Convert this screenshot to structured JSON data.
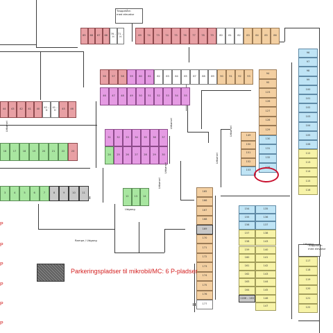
{
  "legend": {
    "text": "Parkeringspladser til mikrobil/MC:  6 P-pladser"
  },
  "labels": {
    "stairs_top": "Trappetårn\nmed elevator",
    "stairs_right": "Trappetårn\nmed elevator",
    "ramp": "Rampe / Udgang",
    "exit_mid": "Udgang",
    "exit_right": "Udgang",
    "side_p": "P",
    "udkørsel": "Udkørsel"
  },
  "colors": {
    "red": "#e8a0a4",
    "pink": "#e59be3",
    "orange": "#f3cfa1",
    "green": "#a8e6a0",
    "blue": "#bfe4f5",
    "yellow": "#f7f3a8",
    "gray": "#c8c8c8",
    "legend_text": "#d42020",
    "highlight_circle": "#c8102e"
  },
  "spaces": {
    "top_row_a": [
      {
        "n": "69",
        "c": "red"
      },
      {
        "n": "68",
        "c": "red"
      },
      {
        "n": "67",
        "c": "red"
      },
      {
        "n": "66",
        "c": "red"
      },
      {
        "n": "76 – H",
        "c": "white"
      },
      {
        "n": "71 – H",
        "c": "white"
      }
    ],
    "top_row_b": [
      {
        "n": "69",
        "c": "red"
      },
      {
        "n": "74",
        "c": "red"
      },
      {
        "n": "73",
        "c": "red"
      },
      {
        "n": "74",
        "c": "red"
      },
      {
        "n": "75",
        "c": "red"
      },
      {
        "n": "76",
        "c": "red"
      },
      {
        "n": "77",
        "c": "red"
      },
      {
        "n": "78",
        "c": "red"
      },
      {
        "n": "79",
        "c": "red"
      },
      {
        "n": "80",
        "c": "white"
      },
      {
        "n": "81",
        "c": "white"
      },
      {
        "n": "82",
        "c": "white"
      },
      {
        "n": "83",
        "c": "orange"
      },
      {
        "n": "84",
        "c": "orange"
      },
      {
        "n": "85",
        "c": "orange"
      },
      {
        "n": "86",
        "c": "orange"
      }
    ],
    "row2": [
      {
        "n": "56",
        "c": "red"
      },
      {
        "n": "57",
        "c": "red"
      },
      {
        "n": "58",
        "c": "red"
      },
      {
        "n": "59",
        "c": "pink"
      },
      {
        "n": "60",
        "c": "pink"
      },
      {
        "n": "61",
        "c": "pink"
      },
      {
        "n": "62",
        "c": "white"
      },
      {
        "n": "63",
        "c": "white"
      },
      {
        "n": "64",
        "c": "white"
      },
      {
        "n": "65",
        "c": "white"
      },
      {
        "n": "87",
        "c": "white"
      },
      {
        "n": "88",
        "c": "white"
      },
      {
        "n": "89",
        "c": "white"
      },
      {
        "n": "90",
        "c": "orange"
      },
      {
        "n": "91",
        "c": "orange"
      },
      {
        "n": "92",
        "c": "orange"
      },
      {
        "n": "93",
        "c": "orange"
      }
    ],
    "row3": [
      {
        "n": "46",
        "c": "pink"
      },
      {
        "n": "47",
        "c": "pink"
      },
      {
        "n": "48",
        "c": "pink"
      },
      {
        "n": "49",
        "c": "pink"
      },
      {
        "n": "50",
        "c": "pink"
      },
      {
        "n": "51",
        "c": "pink"
      },
      {
        "n": "52",
        "c": "pink"
      },
      {
        "n": "53",
        "c": "pink"
      },
      {
        "n": "54",
        "c": "pink"
      },
      {
        "n": "55",
        "c": "pink"
      }
    ],
    "left_row_red": [
      {
        "n": "44",
        "c": "red"
      },
      {
        "n": "43",
        "c": "red"
      },
      {
        "n": "42",
        "c": "red"
      },
      {
        "n": "41",
        "c": "red"
      },
      {
        "n": "40",
        "c": "red"
      },
      {
        "n": "42 – H",
        "c": "white"
      },
      {
        "n": "41 – H",
        "c": "white"
      },
      {
        "n": "45",
        "c": "red"
      },
      {
        "n": "46",
        "c": "red"
      }
    ],
    "pink_block_top": [
      {
        "n": "31",
        "c": "pink"
      },
      {
        "n": "32",
        "c": "pink"
      },
      {
        "n": "33",
        "c": "pink"
      },
      {
        "n": "34",
        "c": "pink"
      },
      {
        "n": "35",
        "c": "pink"
      },
      {
        "n": "36",
        "c": "pink"
      },
      {
        "n": "37",
        "c": "pink"
      }
    ],
    "pink_block_bottom": [
      {
        "n": "24",
        "c": "green"
      },
      {
        "n": "25",
        "c": "pink"
      },
      {
        "n": "26",
        "c": "pink"
      },
      {
        "n": "27",
        "c": "pink"
      },
      {
        "n": "28",
        "c": "pink"
      },
      {
        "n": "29",
        "c": "pink"
      },
      {
        "n": "30",
        "c": "pink"
      }
    ],
    "green_row": [
      {
        "n": "16",
        "c": "green"
      },
      {
        "n": "17",
        "c": "green"
      },
      {
        "n": "18",
        "c": "green"
      },
      {
        "n": "19",
        "c": "green"
      },
      {
        "n": "20",
        "c": "green"
      },
      {
        "n": "21",
        "c": "green"
      },
      {
        "n": "22",
        "c": "green"
      },
      {
        "n": "23",
        "c": "red"
      }
    ],
    "bottom_left_row": [
      {
        "n": "3",
        "c": "green"
      },
      {
        "n": "4",
        "c": "green"
      },
      {
        "n": "5",
        "c": "green"
      },
      {
        "n": "6",
        "c": "green"
      },
      {
        "n": "7",
        "c": "green"
      },
      {
        "n": "8",
        "c": "gray"
      },
      {
        "n": "9",
        "c": "gray"
      },
      {
        "n": "10",
        "c": "gray"
      },
      {
        "n": "11",
        "c": "gray"
      }
    ],
    "small_green": [
      {
        "n": "12",
        "c": "green"
      },
      {
        "n": "13",
        "c": "green"
      },
      {
        "n": "14",
        "c": "green"
      }
    ],
    "col_orange_left": [
      {
        "n": "149",
        "c": "orange"
      },
      {
        "n": "150",
        "c": "orange"
      },
      {
        "n": "151",
        "c": "orange"
      },
      {
        "n": "152",
        "c": "orange"
      },
      {
        "n": "153",
        "c": "blue"
      }
    ],
    "col_mid_top": [
      {
        "n": "94",
        "c": "orange"
      },
      {
        "n": "95",
        "c": "orange"
      },
      {
        "n": "123",
        "c": "orange"
      },
      {
        "n": "126",
        "c": "orange"
      },
      {
        "n": "127",
        "c": "orange"
      },
      {
        "n": "128",
        "c": "orange"
      },
      {
        "n": "129",
        "c": "orange"
      },
      {
        "n": "130",
        "c": "blue"
      },
      {
        "n": "131",
        "c": "blue"
      },
      {
        "n": "132",
        "c": "blue"
      },
      {
        "n": "134",
        "c": "blue"
      }
    ],
    "col_right": [
      {
        "n": "96",
        "c": "blue"
      },
      {
        "n": "97",
        "c": "blue"
      },
      {
        "n": "98",
        "c": "blue"
      },
      {
        "n": "99",
        "c": "blue"
      },
      {
        "n": "100",
        "c": "blue"
      },
      {
        "n": "101",
        "c": "blue"
      },
      {
        "n": "102",
        "c": "blue"
      },
      {
        "n": "103",
        "c": "blue"
      },
      {
        "n": "104",
        "c": "blue"
      },
      {
        "n": "105",
        "c": "blue"
      },
      {
        "n": "106",
        "c": "blue"
      },
      {
        "n": "112",
        "c": "yellow"
      },
      {
        "n": "113",
        "c": "yellow"
      },
      {
        "n": "114",
        "c": "yellow"
      },
      {
        "n": "115",
        "c": "yellow"
      },
      {
        "n": "116",
        "c": "yellow"
      }
    ],
    "col_right_bottom": [
      {
        "n": "117",
        "c": "yellow"
      },
      {
        "n": "118",
        "c": "yellow"
      },
      {
        "n": "119",
        "c": "yellow"
      },
      {
        "n": "120",
        "c": "yellow"
      },
      {
        "n": "121",
        "c": "yellow"
      },
      {
        "n": "122",
        "c": "yellow"
      }
    ],
    "col_orange_bottom": [
      {
        "n": "165",
        "c": "orange"
      },
      {
        "n": "166",
        "c": "orange"
      },
      {
        "n": "167",
        "c": "orange"
      },
      {
        "n": "168",
        "c": "orange"
      },
      {
        "n": "169",
        "c": "gray"
      },
      {
        "n": "170",
        "c": "orange"
      },
      {
        "n": "171",
        "c": "orange"
      },
      {
        "n": "172",
        "c": "orange"
      },
      {
        "n": "173",
        "c": "orange"
      },
      {
        "n": "174",
        "c": "orange"
      },
      {
        "n": "175",
        "c": "orange"
      },
      {
        "n": "176",
        "c": "orange"
      },
      {
        "n": "177",
        "c": "white"
      }
    ],
    "pair_left": [
      {
        "n": "154",
        "c": "blue"
      },
      {
        "n": "155",
        "c": "blue"
      },
      {
        "n": "156",
        "c": "blue"
      },
      {
        "n": "157",
        "c": "yellow"
      },
      {
        "n": "158",
        "c": "yellow"
      },
      {
        "n": "159",
        "c": "yellow"
      },
      {
        "n": "160",
        "c": "yellow"
      },
      {
        "n": "161",
        "c": "yellow"
      },
      {
        "n": "162",
        "c": "yellow"
      },
      {
        "n": "163",
        "c": "yellow"
      },
      {
        "n": "164",
        "c": "yellow"
      },
      {
        "n": "1166 – 163",
        "c": "gray"
      }
    ],
    "pair_right": [
      {
        "n": "135",
        "c": "blue"
      },
      {
        "n": "136",
        "c": "blue"
      },
      {
        "n": "137",
        "c": "blue"
      },
      {
        "n": "138",
        "c": "yellow"
      },
      {
        "n": "143",
        "c": "yellow"
      },
      {
        "n": "140",
        "c": "yellow"
      },
      {
        "n": "141",
        "c": "yellow"
      },
      {
        "n": "142",
        "c": "yellow"
      },
      {
        "n": "143",
        "c": "yellow"
      },
      {
        "n": "144",
        "c": "yellow"
      },
      {
        "n": "145",
        "c": "yellow"
      },
      {
        "n": "146",
        "c": "yellow"
      },
      {
        "n": "147",
        "c": "yellow"
      }
    ]
  }
}
